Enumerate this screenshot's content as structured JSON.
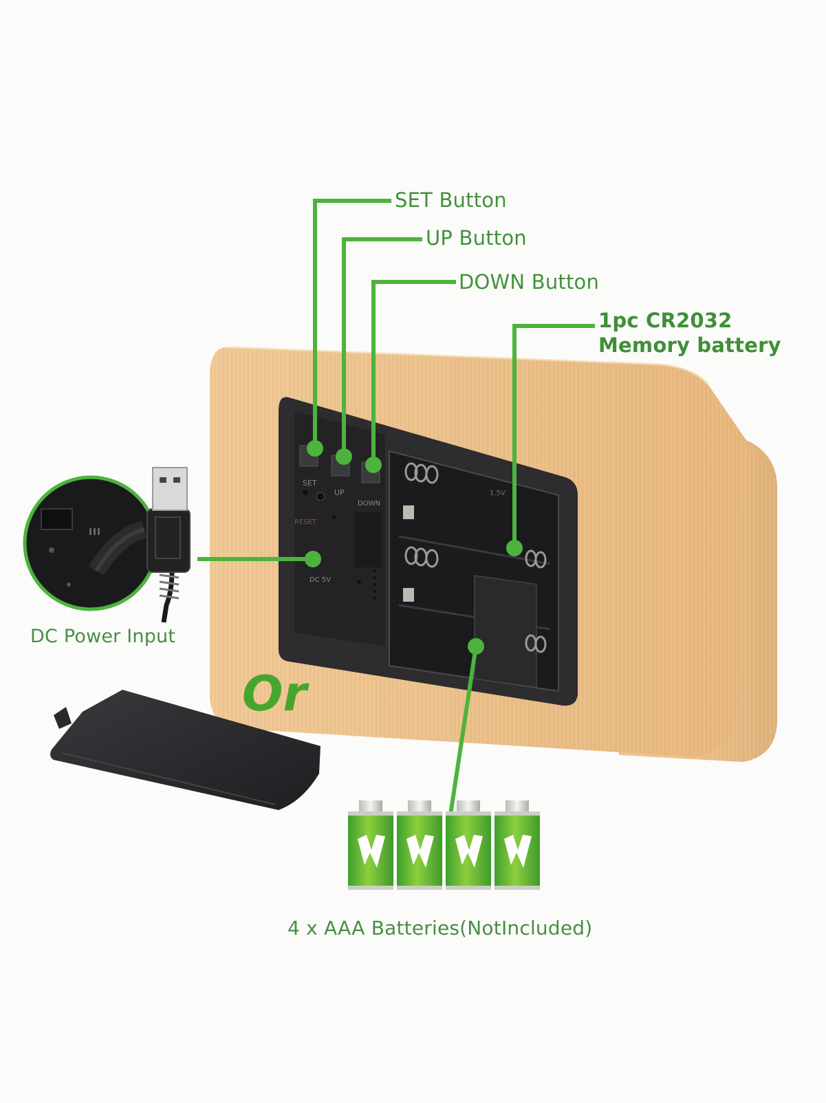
{
  "labels": {
    "set_button": "SET Button",
    "up_button": "UP Button",
    "down_button": "DOWN Button",
    "memory_battery_line1": "1pc CR2032",
    "memory_battery_line2": "Memory battery",
    "dc_power_input": "DC Power Input",
    "or": "Or",
    "aaa_batteries": "4 x AAA Batteries(NotIncluded)"
  },
  "panel_text": {
    "set": "SET",
    "up": "UP",
    "down": "DOWN",
    "reset": "RESET",
    "dc": "DC 5V",
    "voltage": "1.5V"
  },
  "icons": [
    "usb-plug-icon",
    "battery-icon",
    "lightning-icon"
  ],
  "colors": {
    "accent_green": "#4db33d",
    "label_green": "#43913b",
    "wood": "#e9c38c",
    "panel": "#2b2a2c"
  }
}
